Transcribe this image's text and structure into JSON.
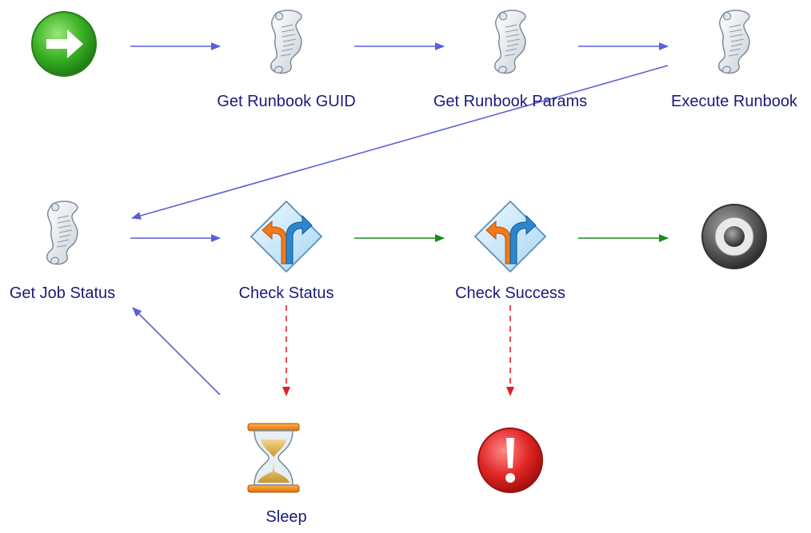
{
  "diagram": {
    "nodes": [
      {
        "id": "start",
        "kind": "start",
        "icon": "start-arrow-icon",
        "label": ""
      },
      {
        "id": "get_runbook_guid",
        "kind": "script",
        "icon": "script-scroll-icon",
        "label": "Get Runbook GUID"
      },
      {
        "id": "get_runbook_params",
        "kind": "script",
        "icon": "script-scroll-icon",
        "label": "Get Runbook Params"
      },
      {
        "id": "execute_runbook",
        "kind": "script",
        "icon": "script-scroll-icon",
        "label": "Execute Runbook"
      },
      {
        "id": "get_job_status",
        "kind": "script",
        "icon": "script-scroll-icon",
        "label": "Get Job Status"
      },
      {
        "id": "check_status",
        "kind": "branch",
        "icon": "branch-decision-icon",
        "label": "Check Status"
      },
      {
        "id": "check_success",
        "kind": "branch",
        "icon": "branch-decision-icon",
        "label": "Check Success"
      },
      {
        "id": "end",
        "kind": "end",
        "icon": "end-target-icon",
        "label": ""
      },
      {
        "id": "sleep",
        "kind": "sleep",
        "icon": "hourglass-icon",
        "label": "Sleep"
      },
      {
        "id": "error",
        "kind": "error",
        "icon": "error-exclamation-icon",
        "label": ""
      }
    ],
    "edges": [
      {
        "from": "start",
        "to": "get_runbook_guid",
        "style": "blue"
      },
      {
        "from": "get_runbook_guid",
        "to": "get_runbook_params",
        "style": "blue"
      },
      {
        "from": "get_runbook_params",
        "to": "execute_runbook",
        "style": "blue"
      },
      {
        "from": "execute_runbook",
        "to": "get_job_status",
        "style": "blue"
      },
      {
        "from": "get_job_status",
        "to": "check_status",
        "style": "blue"
      },
      {
        "from": "check_status",
        "to": "check_success",
        "style": "green"
      },
      {
        "from": "check_success",
        "to": "end",
        "style": "green"
      },
      {
        "from": "check_status",
        "to": "sleep",
        "style": "red-dashed"
      },
      {
        "from": "check_success",
        "to": "error",
        "style": "red-dashed"
      },
      {
        "from": "sleep",
        "to": "get_job_status",
        "style": "blue"
      }
    ],
    "colors": {
      "blue": "#5b5fd6",
      "green": "#1a8a1a",
      "red": "#e02020",
      "label": "#1a1a7a"
    }
  }
}
